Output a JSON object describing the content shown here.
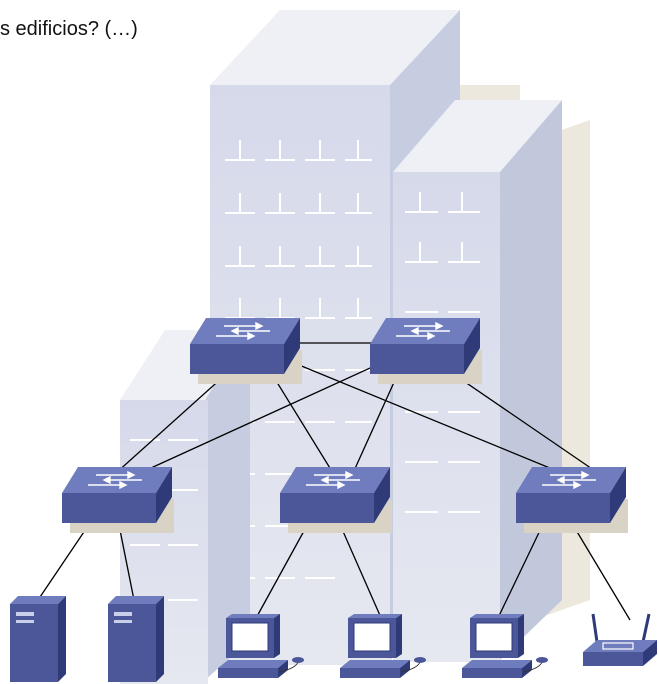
{
  "caption": "s edificios? (…)",
  "colors": {
    "device_top": "#6f7cbe",
    "device_front": "#4b5798",
    "device_side": "#2f3a78",
    "building_front": "#dfe3ef",
    "building_side": "#c9cfe2",
    "shadow": "#ebe7dc",
    "link": "#000000"
  },
  "topology": {
    "buildings": [
      "building-tall",
      "building-mid",
      "building-left"
    ],
    "core_switches": [
      "core-switch-1",
      "core-switch-2"
    ],
    "access_switches": [
      "access-switch-1",
      "access-switch-2",
      "access-switch-3"
    ],
    "end_devices": [
      {
        "name": "server-1",
        "icon": "server-icon"
      },
      {
        "name": "server-2",
        "icon": "server-icon"
      },
      {
        "name": "pc-1",
        "icon": "workstation-icon"
      },
      {
        "name": "pc-2",
        "icon": "workstation-icon"
      },
      {
        "name": "pc-3",
        "icon": "workstation-icon"
      },
      {
        "name": "wireless-ap",
        "icon": "wireless-access-point-icon"
      }
    ],
    "links": [
      [
        "core-switch-1",
        "core-switch-2"
      ],
      [
        "core-switch-1",
        "access-switch-1"
      ],
      [
        "core-switch-1",
        "access-switch-2"
      ],
      [
        "core-switch-1",
        "access-switch-3"
      ],
      [
        "core-switch-2",
        "access-switch-1"
      ],
      [
        "core-switch-2",
        "access-switch-2"
      ],
      [
        "core-switch-2",
        "access-switch-3"
      ],
      [
        "access-switch-1",
        "server-1"
      ],
      [
        "access-switch-1",
        "server-2"
      ],
      [
        "access-switch-2",
        "pc-1"
      ],
      [
        "access-switch-2",
        "pc-2"
      ],
      [
        "access-switch-3",
        "pc-3"
      ],
      [
        "access-switch-3",
        "wireless-ap"
      ]
    ]
  }
}
